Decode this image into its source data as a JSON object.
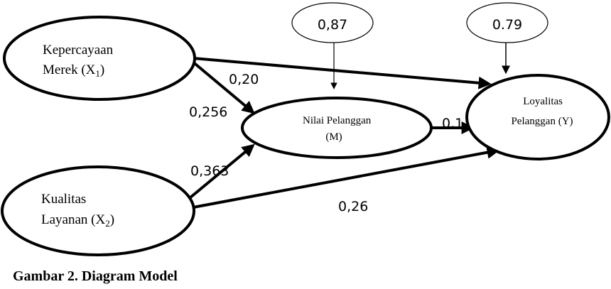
{
  "nodes": {
    "x1": {
      "line1": "Kepercayaan",
      "line2": "Merek (X",
      "sub": "1",
      "close": ")"
    },
    "x2": {
      "line1": "Kualitas",
      "line2": "Layanan (X",
      "sub": "2",
      "close": ")"
    },
    "m": {
      "line1": "Nilai Pelanggan",
      "line2": "(M)"
    },
    "y": {
      "line1": "Loyalitas",
      "line2": "Pelanggan (Y)"
    }
  },
  "errors": {
    "m": "0,87",
    "y": "0.79"
  },
  "paths": {
    "x1_y": "0,20",
    "x1_m": "0,256",
    "x2_m": "0,363",
    "m_y": "0,1",
    "x2_y": "0,26"
  },
  "caption": "Gambar 2. Diagram Model"
}
